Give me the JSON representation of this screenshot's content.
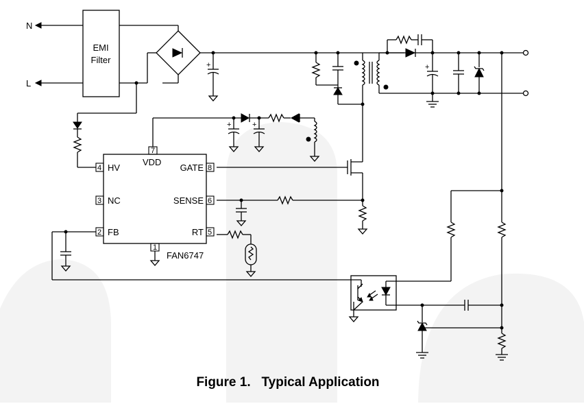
{
  "terminals": {
    "neutral": "N",
    "line": "L"
  },
  "emi_filter": {
    "line1": "EMI",
    "line2": "Filter"
  },
  "ic": {
    "part_number": "FAN6747",
    "pins": [
      {
        "num": "4",
        "name": "HV"
      },
      {
        "num": "3",
        "name": "NC"
      },
      {
        "num": "2",
        "name": "FB"
      },
      {
        "num": "7",
        "name": "VDD"
      },
      {
        "num": "8",
        "name": "GATE"
      },
      {
        "num": "6",
        "name": "SENSE"
      },
      {
        "num": "5",
        "name": "RT"
      },
      {
        "num": "1",
        "name": ""
      }
    ]
  },
  "polarity_mark": "+",
  "caption": "Figure 1.   Typical Application",
  "background_color": "#f3f3f3"
}
